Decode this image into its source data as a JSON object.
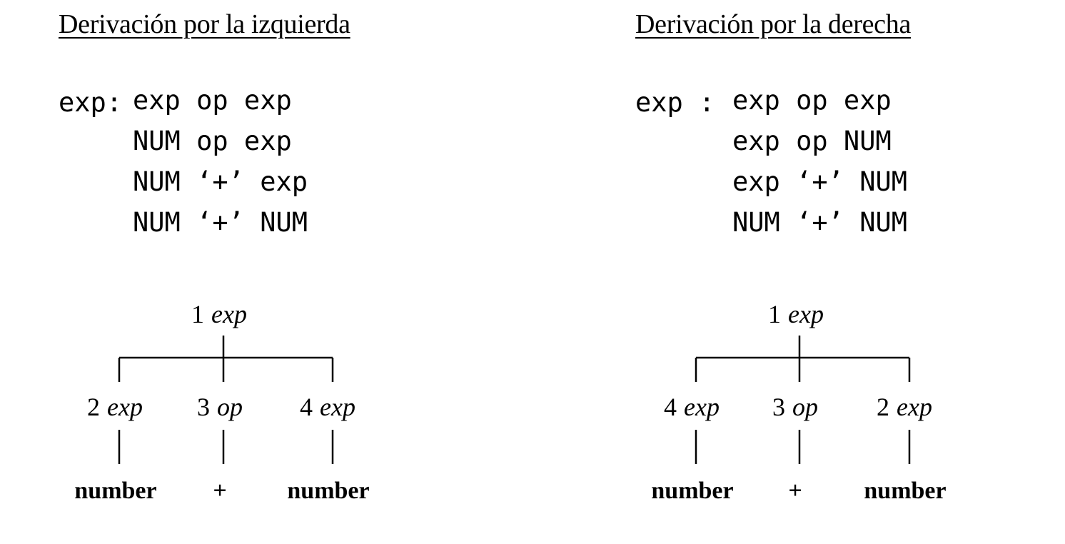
{
  "panels": [
    {
      "title": "Derivación por la izquierda",
      "head": "exp:",
      "steps": [
        "exp op exp",
        "NUM op exp",
        "NUM ‘+’ exp",
        "NUM ‘+’ NUM"
      ],
      "tree": {
        "root": {
          "num": "1",
          "sym": "exp"
        },
        "children": [
          {
            "num": "2",
            "sym": "exp",
            "leaf": "number"
          },
          {
            "num": "3",
            "sym": "op",
            "leaf": "+"
          },
          {
            "num": "4",
            "sym": "exp",
            "leaf": "number"
          }
        ]
      }
    },
    {
      "title": "Derivación por la derecha",
      "head": "exp :",
      "steps": [
        "exp op exp",
        "exp op NUM",
        "exp ‘+’ NUM",
        "NUM ‘+’ NUM"
      ],
      "tree": {
        "root": {
          "num": "1",
          "sym": "exp"
        },
        "children": [
          {
            "num": "4",
            "sym": "exp",
            "leaf": "number"
          },
          {
            "num": "3",
            "sym": "op",
            "leaf": "+"
          },
          {
            "num": "2",
            "sym": "exp",
            "leaf": "number"
          }
        ]
      }
    }
  ]
}
